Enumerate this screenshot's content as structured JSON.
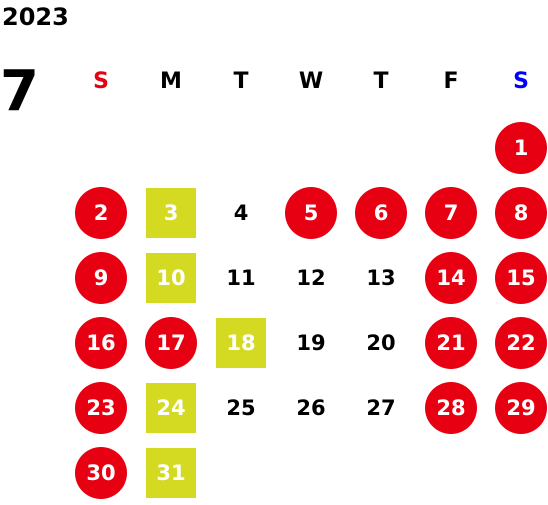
{
  "calendar": {
    "year": "2023",
    "month": "7",
    "weekdays": [
      {
        "label": "S",
        "color": "#e60012"
      },
      {
        "label": "M",
        "color": "#000000"
      },
      {
        "label": "T",
        "color": "#000000"
      },
      {
        "label": "W",
        "color": "#000000"
      },
      {
        "label": "T",
        "color": "#000000"
      },
      {
        "label": "F",
        "color": "#000000"
      },
      {
        "label": "S",
        "color": "#0000ff"
      }
    ],
    "colors": {
      "holiday": "#e60012",
      "special": "#d4d921",
      "normal_text": "#000000"
    },
    "leading_blank_days": 6,
    "days": [
      {
        "day": "1",
        "type": "holiday"
      },
      {
        "day": "2",
        "type": "holiday"
      },
      {
        "day": "3",
        "type": "special"
      },
      {
        "day": "4",
        "type": "normal"
      },
      {
        "day": "5",
        "type": "holiday"
      },
      {
        "day": "6",
        "type": "holiday"
      },
      {
        "day": "7",
        "type": "holiday"
      },
      {
        "day": "8",
        "type": "holiday"
      },
      {
        "day": "9",
        "type": "holiday"
      },
      {
        "day": "10",
        "type": "special"
      },
      {
        "day": "11",
        "type": "normal"
      },
      {
        "day": "12",
        "type": "normal"
      },
      {
        "day": "13",
        "type": "normal"
      },
      {
        "day": "14",
        "type": "holiday"
      },
      {
        "day": "15",
        "type": "holiday"
      },
      {
        "day": "16",
        "type": "holiday"
      },
      {
        "day": "17",
        "type": "holiday"
      },
      {
        "day": "18",
        "type": "special"
      },
      {
        "day": "19",
        "type": "normal"
      },
      {
        "day": "20",
        "type": "normal"
      },
      {
        "day": "21",
        "type": "holiday"
      },
      {
        "day": "22",
        "type": "holiday"
      },
      {
        "day": "23",
        "type": "holiday"
      },
      {
        "day": "24",
        "type": "special"
      },
      {
        "day": "25",
        "type": "normal"
      },
      {
        "day": "26",
        "type": "normal"
      },
      {
        "day": "27",
        "type": "normal"
      },
      {
        "day": "28",
        "type": "holiday"
      },
      {
        "day": "29",
        "type": "holiday"
      },
      {
        "day": "30",
        "type": "holiday"
      },
      {
        "day": "31",
        "type": "special"
      }
    ]
  }
}
